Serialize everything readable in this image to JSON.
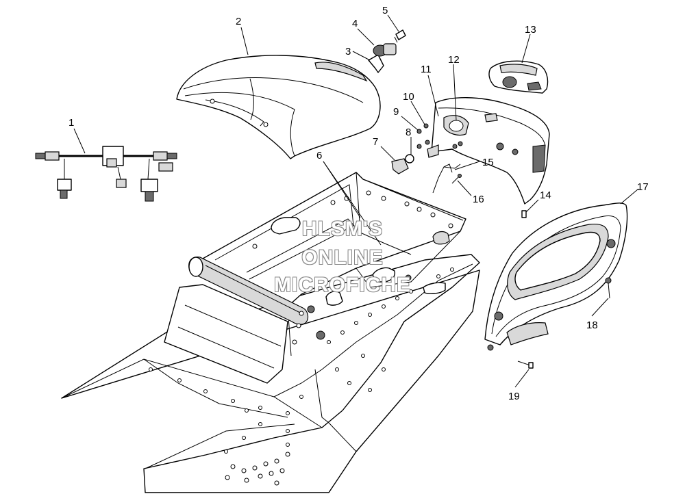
{
  "callouts": {
    "c1": "1",
    "c2": "2",
    "c3": "3",
    "c4": "4",
    "c5": "5",
    "c6": "6",
    "c7": "7",
    "c8": "8",
    "c9": "9",
    "c10": "10",
    "c11": "11",
    "c12": "12",
    "c13": "13",
    "c14": "14",
    "c15": "15",
    "c16": "16",
    "c17": "17",
    "c18": "18",
    "c19": "19"
  },
  "watermark": {
    "line1": "HLSM'S",
    "line2": "ONLINE",
    "line3": "MICROFICHE"
  },
  "colors": {
    "line": "#000000",
    "paper": "#ffffff",
    "shade": "#d9d9d9",
    "watermark_outline": "#8a8a8a"
  }
}
